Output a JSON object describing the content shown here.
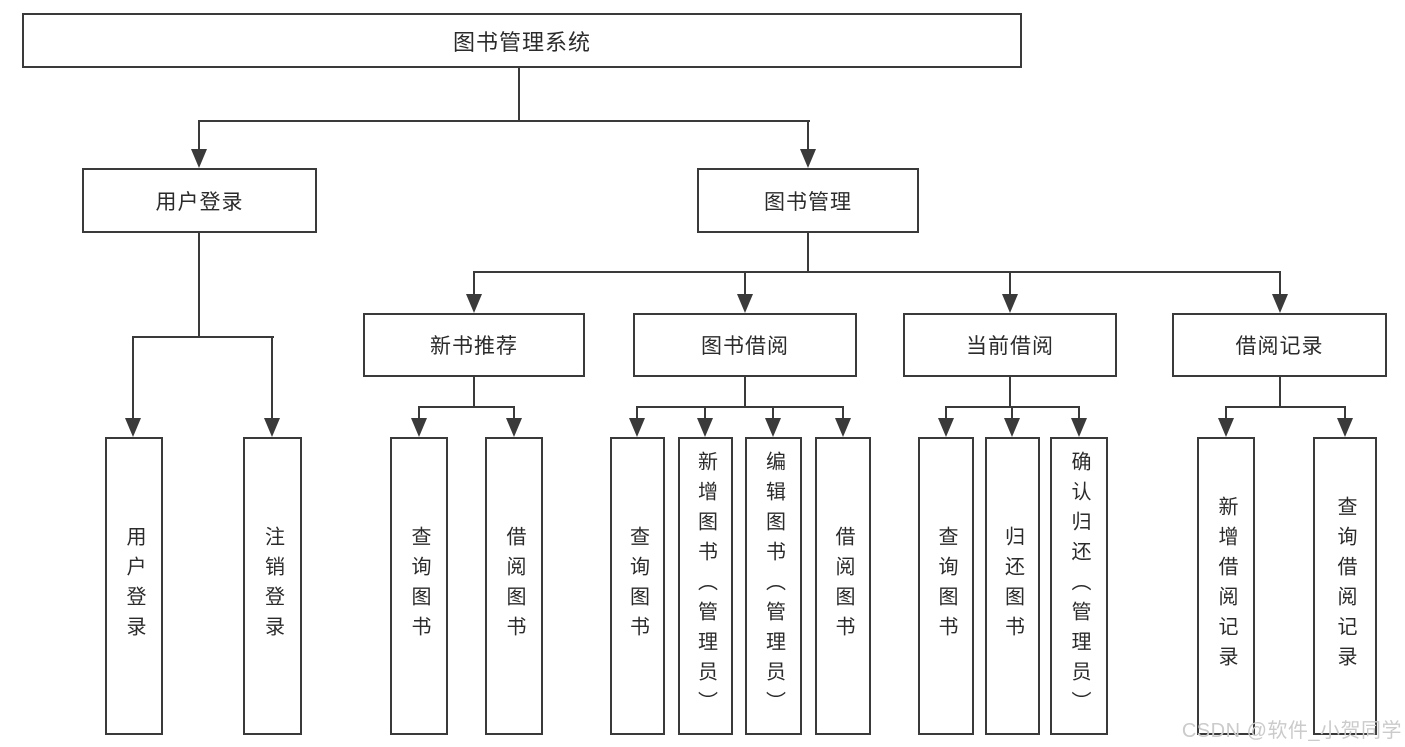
{
  "diagram": {
    "title": "图书管理系统",
    "root": {
      "label": "图书管理系统"
    },
    "level2": [
      {
        "id": "user-login",
        "label": "用户登录"
      },
      {
        "id": "book-management",
        "label": "图书管理"
      }
    ],
    "level3": [
      {
        "id": "new-book-recommend",
        "label": "新书推荐"
      },
      {
        "id": "book-borrow",
        "label": "图书借阅"
      },
      {
        "id": "current-borrow",
        "label": "当前借阅"
      },
      {
        "id": "borrow-records",
        "label": "借阅记录"
      }
    ],
    "leaves": [
      {
        "id": "user-login-leaf",
        "label": "用户登录",
        "parent": "user-login"
      },
      {
        "id": "logout",
        "label": "注销登录",
        "parent": "user-login"
      },
      {
        "id": "query-books-recommend",
        "label": "查询图书",
        "parent": "new-book-recommend"
      },
      {
        "id": "borrow-books-recommend",
        "label": "借阅图书",
        "parent": "new-book-recommend"
      },
      {
        "id": "query-books-borrow",
        "label": "查询图书",
        "parent": "book-borrow"
      },
      {
        "id": "add-books-admin",
        "label": "新增图书（管理员）",
        "parent": "book-borrow"
      },
      {
        "id": "edit-books-admin",
        "label": "编辑图书（管理员）",
        "parent": "book-borrow"
      },
      {
        "id": "borrow-books",
        "label": "借阅图书",
        "parent": "book-borrow"
      },
      {
        "id": "query-books-current",
        "label": "查询图书",
        "parent": "current-borrow"
      },
      {
        "id": "return-books",
        "label": "归还图书",
        "parent": "current-borrow"
      },
      {
        "id": "confirm-return-admin",
        "label": "确认归还（管理员）",
        "parent": "current-borrow"
      },
      {
        "id": "add-borrow-record",
        "label": "新增借阅记录",
        "parent": "borrow-records"
      },
      {
        "id": "query-borrow-record",
        "label": "查询借阅记录",
        "parent": "borrow-records"
      }
    ]
  },
  "watermark": {
    "text": "CSDN @软件_小贺同学"
  },
  "colors": {
    "line": "#3a3a3a",
    "text": "#2b2b2b",
    "watermark": "#cbcbcb",
    "background": "#ffffff"
  }
}
